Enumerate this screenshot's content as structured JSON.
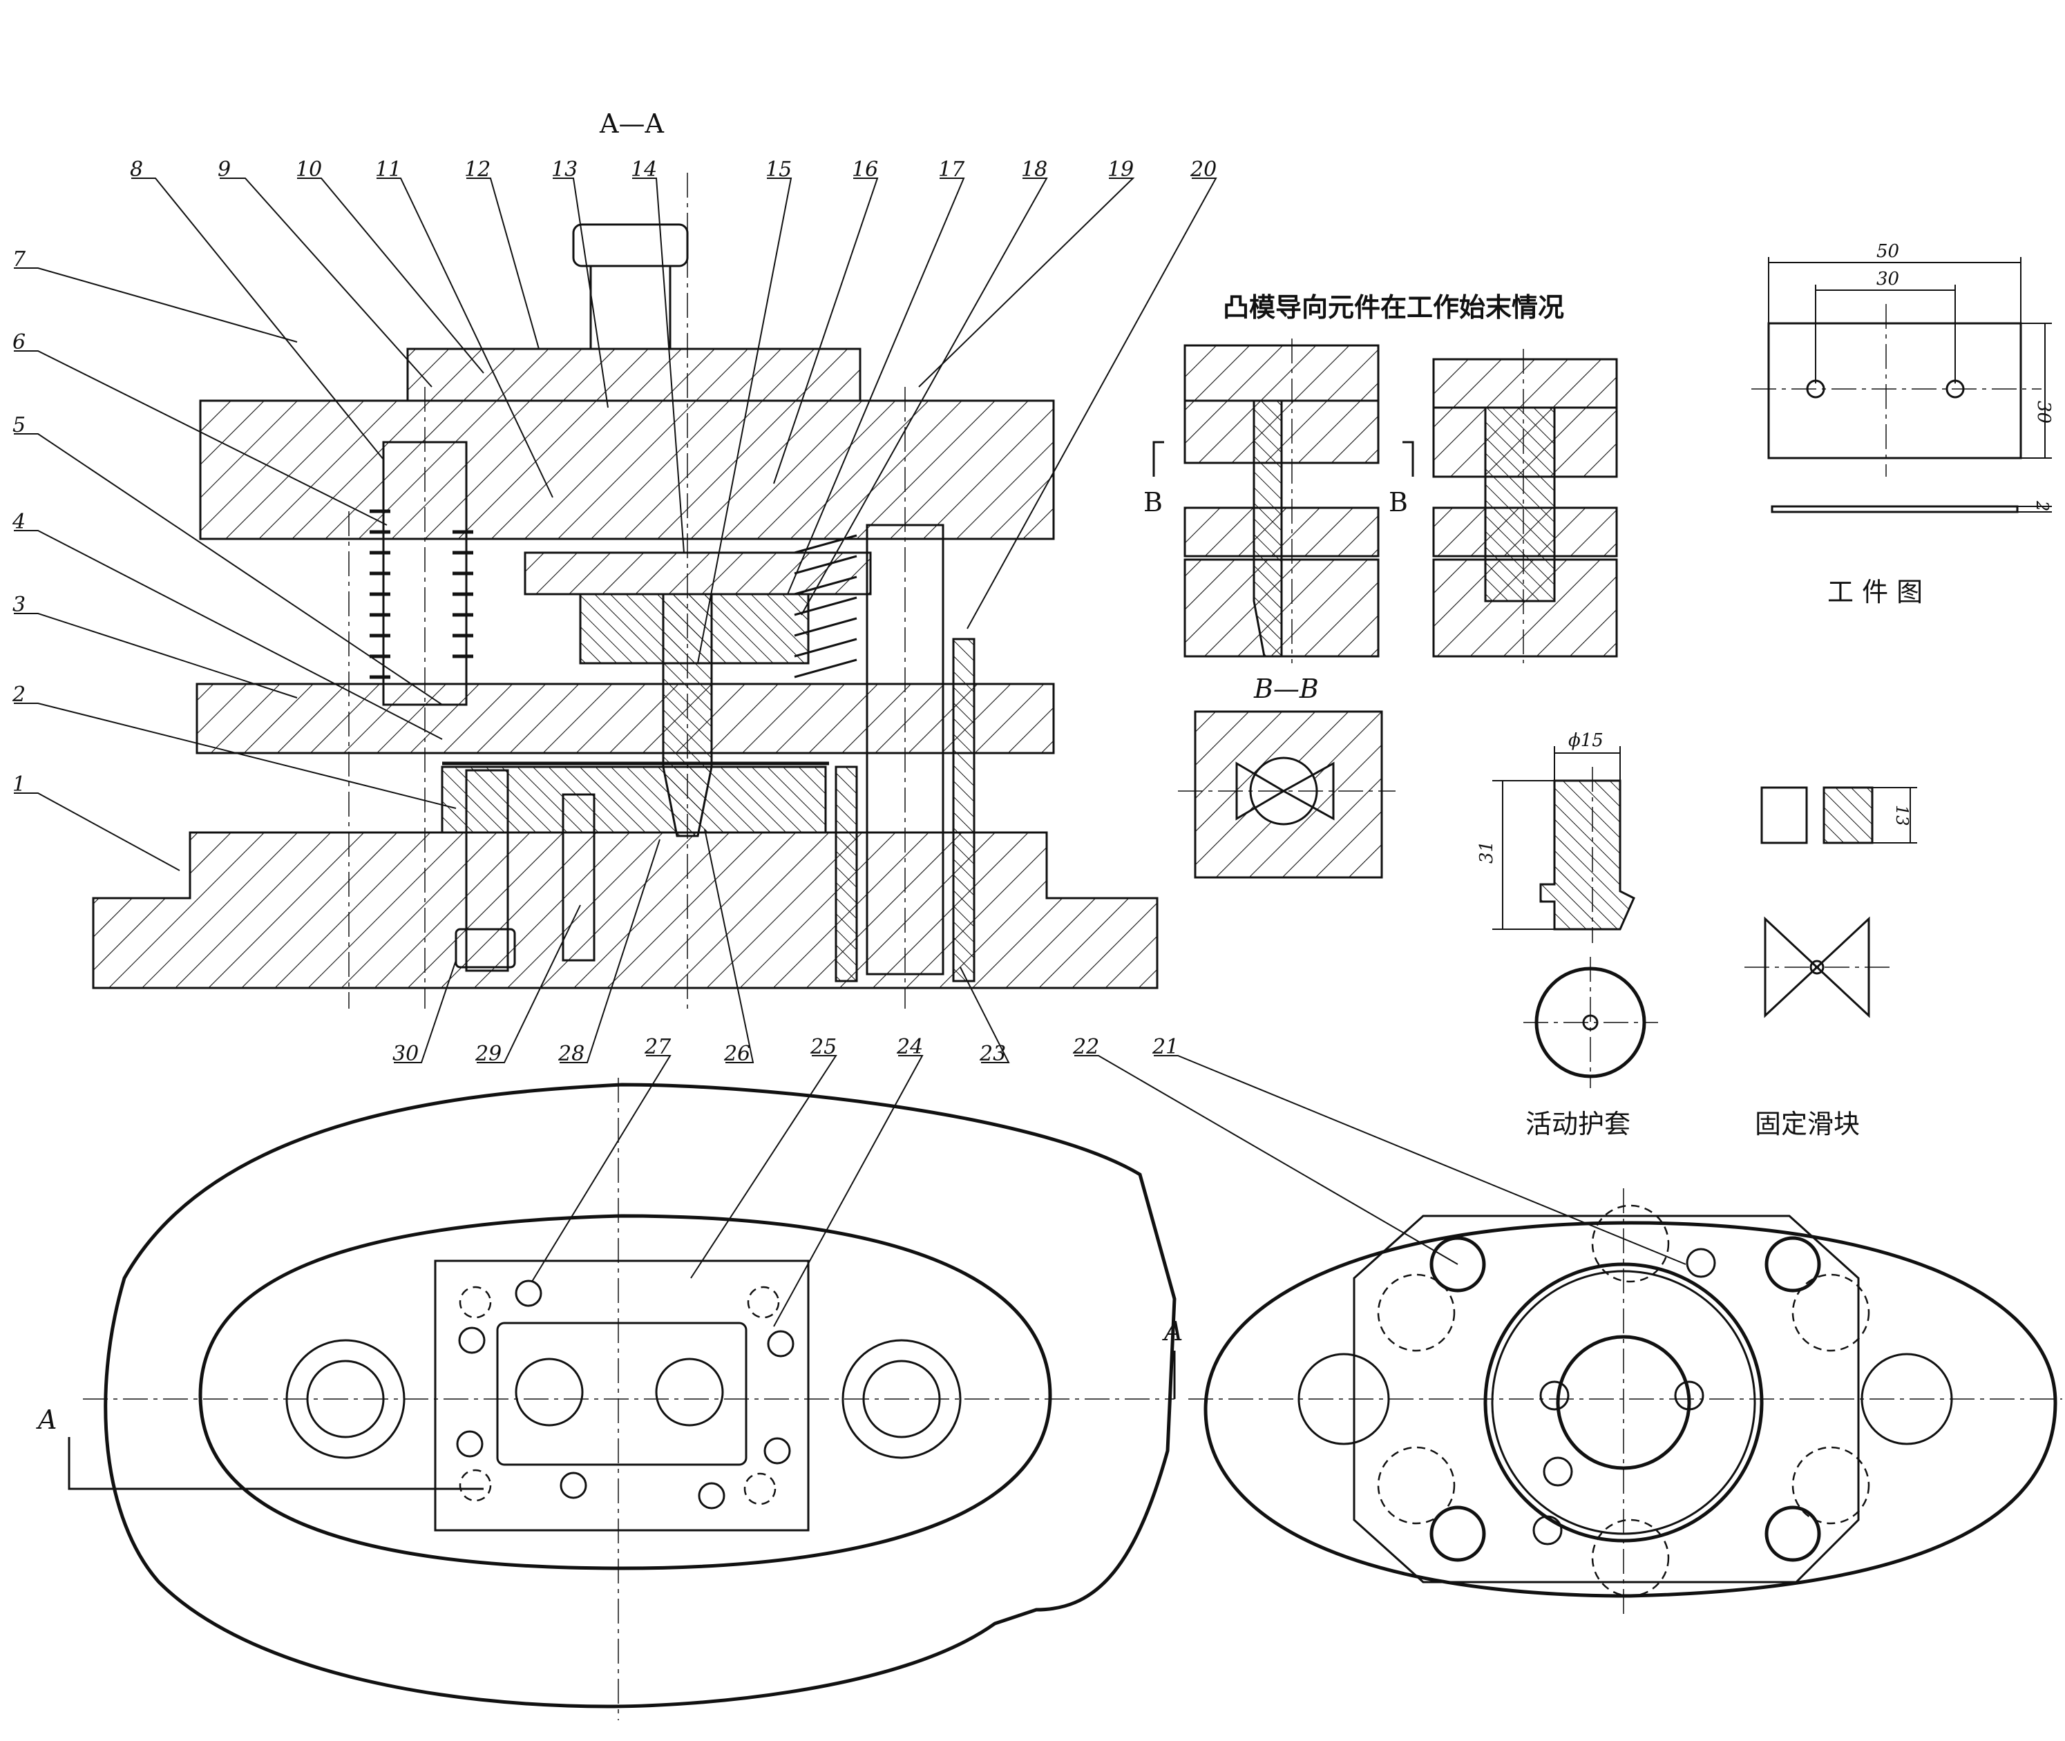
{
  "section_title": "A—A",
  "part_numbers": [
    "1",
    "2",
    "3",
    "4",
    "5",
    "6",
    "7",
    "8",
    "9",
    "10",
    "11",
    "12",
    "13",
    "14",
    "15",
    "16",
    "17",
    "18",
    "19",
    "20",
    "21",
    "22",
    "23",
    "24",
    "25",
    "26",
    "27",
    "28",
    "29",
    "30"
  ],
  "punch_guide_title": "凸模导向元件在工作始末情况",
  "section_marks": {
    "b_left": "B",
    "b_right": "B",
    "bb_title": "B—B",
    "a_left": "A",
    "a_right": "A"
  },
  "workpiece": {
    "title": "工 件 图",
    "dim_width": "50",
    "dim_hole_spacing": "30",
    "dim_height": "30",
    "dim_thickness": "2"
  },
  "sleeve": {
    "title": "活动护套",
    "dim_diameter": "ϕ15",
    "dim_length": "31"
  },
  "slider": {
    "title": "固定滑块",
    "dim_height": "13"
  }
}
